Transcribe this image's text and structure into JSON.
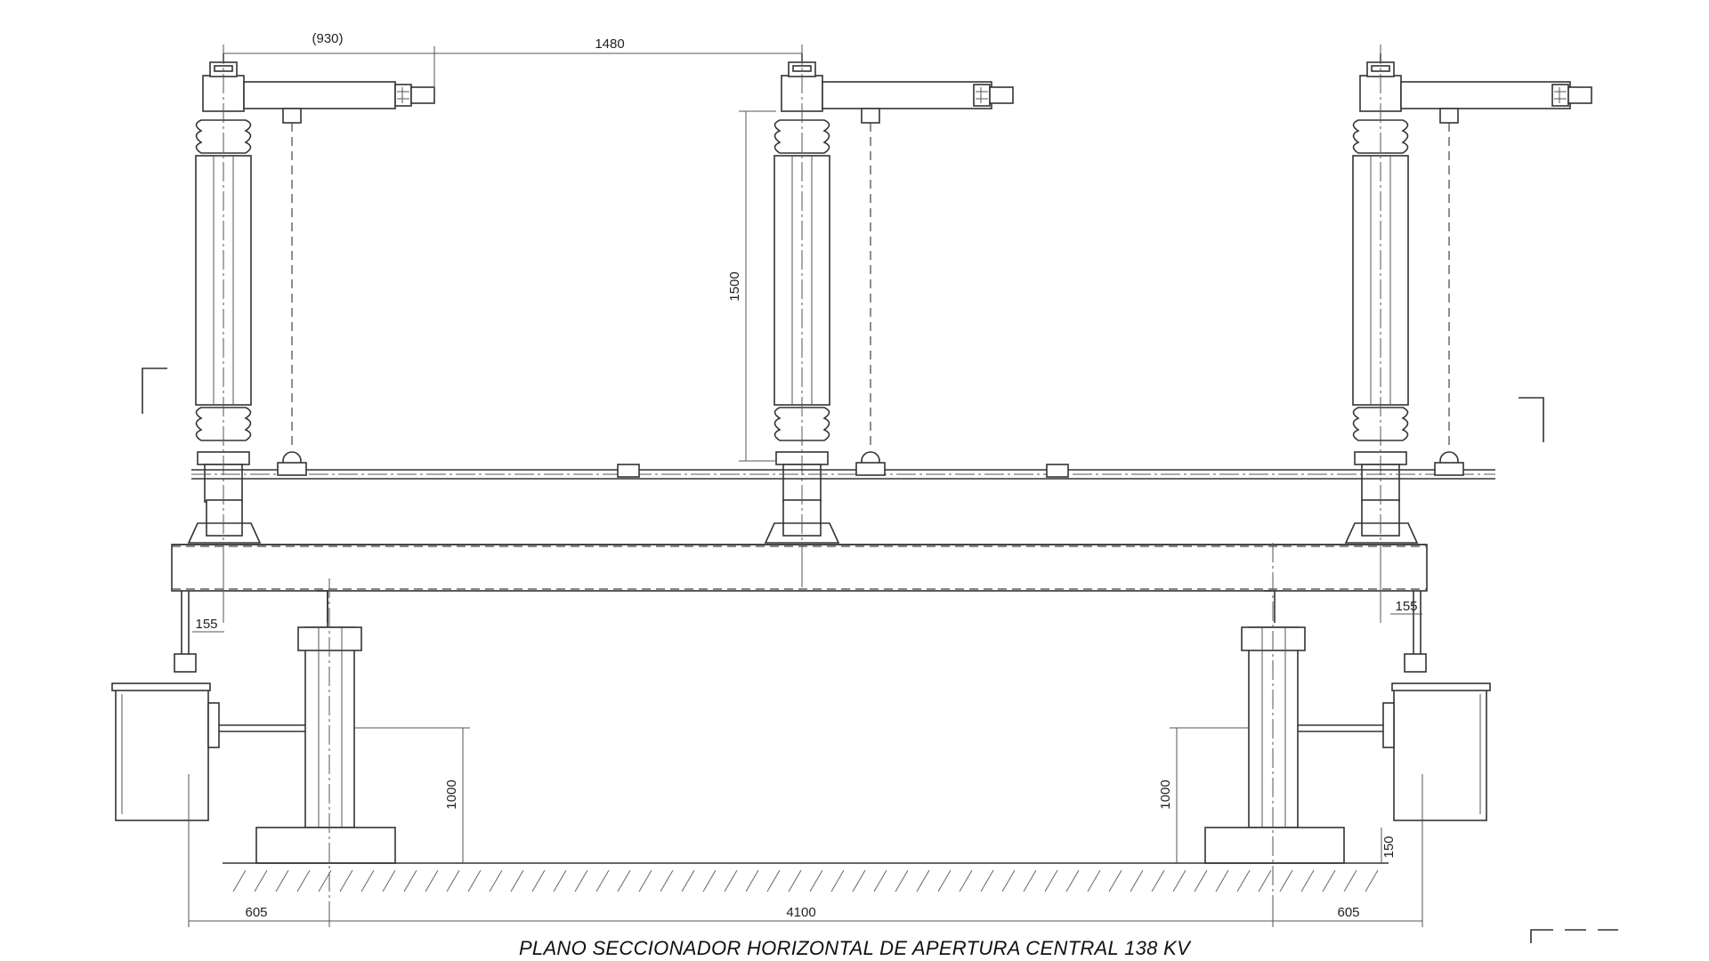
{
  "drawing": {
    "caption": "PLANO SECCIONADOR HORIZONTAL DE APERTURA CENTRAL 138 KV",
    "dimensions": {
      "arm_length": "(930)",
      "pole_spacing": "1480",
      "insulator_height": "1500",
      "offset_left": "155",
      "offset_right": "155",
      "post_height_left": "1000",
      "post_height_right": "1000",
      "base_height": "150",
      "span_left": "605",
      "span_center": "4100",
      "span_right": "605"
    }
  }
}
